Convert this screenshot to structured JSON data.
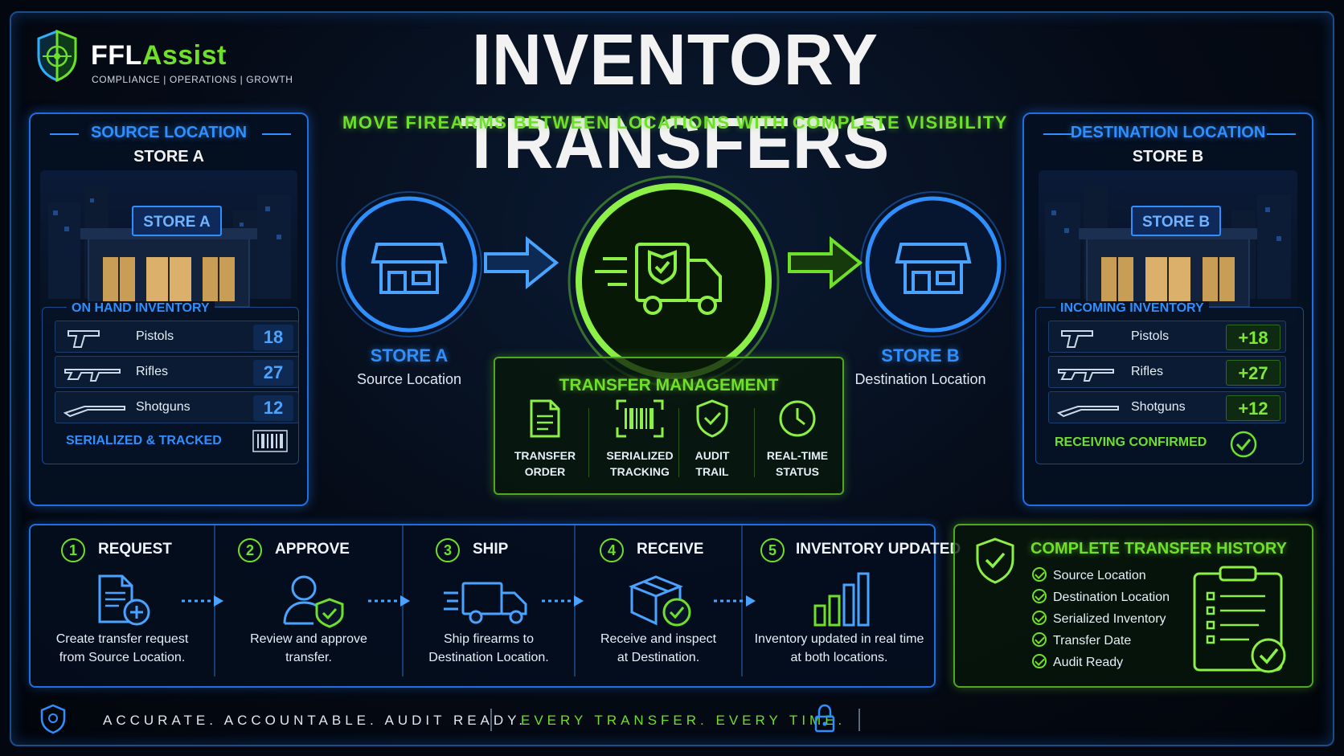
{
  "brand": {
    "name_part1": "FFL",
    "name_part2": "Assist",
    "tagline": "COMPLIANCE | OPERATIONS | GROWTH"
  },
  "title": "INVENTORY TRANSFERS",
  "subtitle": "MOVE FIREARMS BETWEEN LOCATIONS WITH COMPLETE VISIBILITY",
  "source": {
    "panel_title": "SOURCE LOCATION",
    "store_name": "STORE A",
    "sign": "STORE A",
    "inventory_title": "ON HAND INVENTORY",
    "items": [
      {
        "label": "Pistols",
        "value": "18",
        "icon": "pistol-icon"
      },
      {
        "label": "Rifles",
        "value": "27",
        "icon": "rifle-icon"
      },
      {
        "label": "Shotguns",
        "value": "12",
        "icon": "shotgun-icon"
      }
    ],
    "footer": "SERIALIZED & TRACKED"
  },
  "destination": {
    "panel_title": "DESTINATION LOCATION",
    "store_name": "STORE B",
    "sign": "STORE B",
    "inventory_title": "INCOMING INVENTORY",
    "items": [
      {
        "label": "Pistols",
        "value": "+18",
        "icon": "pistol-icon"
      },
      {
        "label": "Rifles",
        "value": "+27",
        "icon": "rifle-icon"
      },
      {
        "label": "Shotguns",
        "value": "+12",
        "icon": "shotgun-icon"
      }
    ],
    "footer": "RECEIVING CONFIRMED"
  },
  "flow": {
    "source_label": "STORE A",
    "source_sub": "Source Location",
    "dest_label": "STORE B",
    "dest_sub": "Destination Location"
  },
  "transfer_management": {
    "title": "TRANSFER MANAGEMENT",
    "items": [
      {
        "line1": "TRANSFER",
        "line2": "ORDER",
        "icon": "document-icon"
      },
      {
        "line1": "SERIALIZED",
        "line2": "TRACKING",
        "icon": "barcode-icon"
      },
      {
        "line1": "AUDIT",
        "line2": "TRAIL",
        "icon": "shield-check-icon"
      },
      {
        "line1": "REAL-TIME",
        "line2": "STATUS",
        "icon": "clock-icon"
      }
    ]
  },
  "steps": [
    {
      "num": "1",
      "title": "REQUEST",
      "desc1": "Create transfer request",
      "desc2": "from Source Location.",
      "icon": "document-plus-icon"
    },
    {
      "num": "2",
      "title": "APPROVE",
      "desc1": "Review and approve",
      "desc2": "transfer.",
      "icon": "user-shield-icon"
    },
    {
      "num": "3",
      "title": "SHIP",
      "desc1": "Ship firearms to",
      "desc2": "Destination Location.",
      "icon": "truck-icon"
    },
    {
      "num": "4",
      "title": "RECEIVE",
      "desc1": "Receive and inspect",
      "desc2": "at Destination.",
      "icon": "box-check-icon"
    },
    {
      "num": "5",
      "title": "INVENTORY UPDATED",
      "desc1": "Inventory updated in real time",
      "desc2": "at both locations.",
      "icon": "bar-chart-icon"
    }
  ],
  "history": {
    "title": "COMPLETE TRANSFER HISTORY",
    "items": [
      "Source Location",
      "Destination Location",
      "Serialized Inventory",
      "Transfer Date",
      "Audit Ready"
    ]
  },
  "footer": {
    "left": "ACCURATE. ACCOUNTABLE. AUDIT READY.",
    "right": "EVERY TRANSFER. EVERY TIME."
  },
  "colors": {
    "blue": "#2f8fff",
    "green": "#6fe02a",
    "background": "#03070f"
  }
}
